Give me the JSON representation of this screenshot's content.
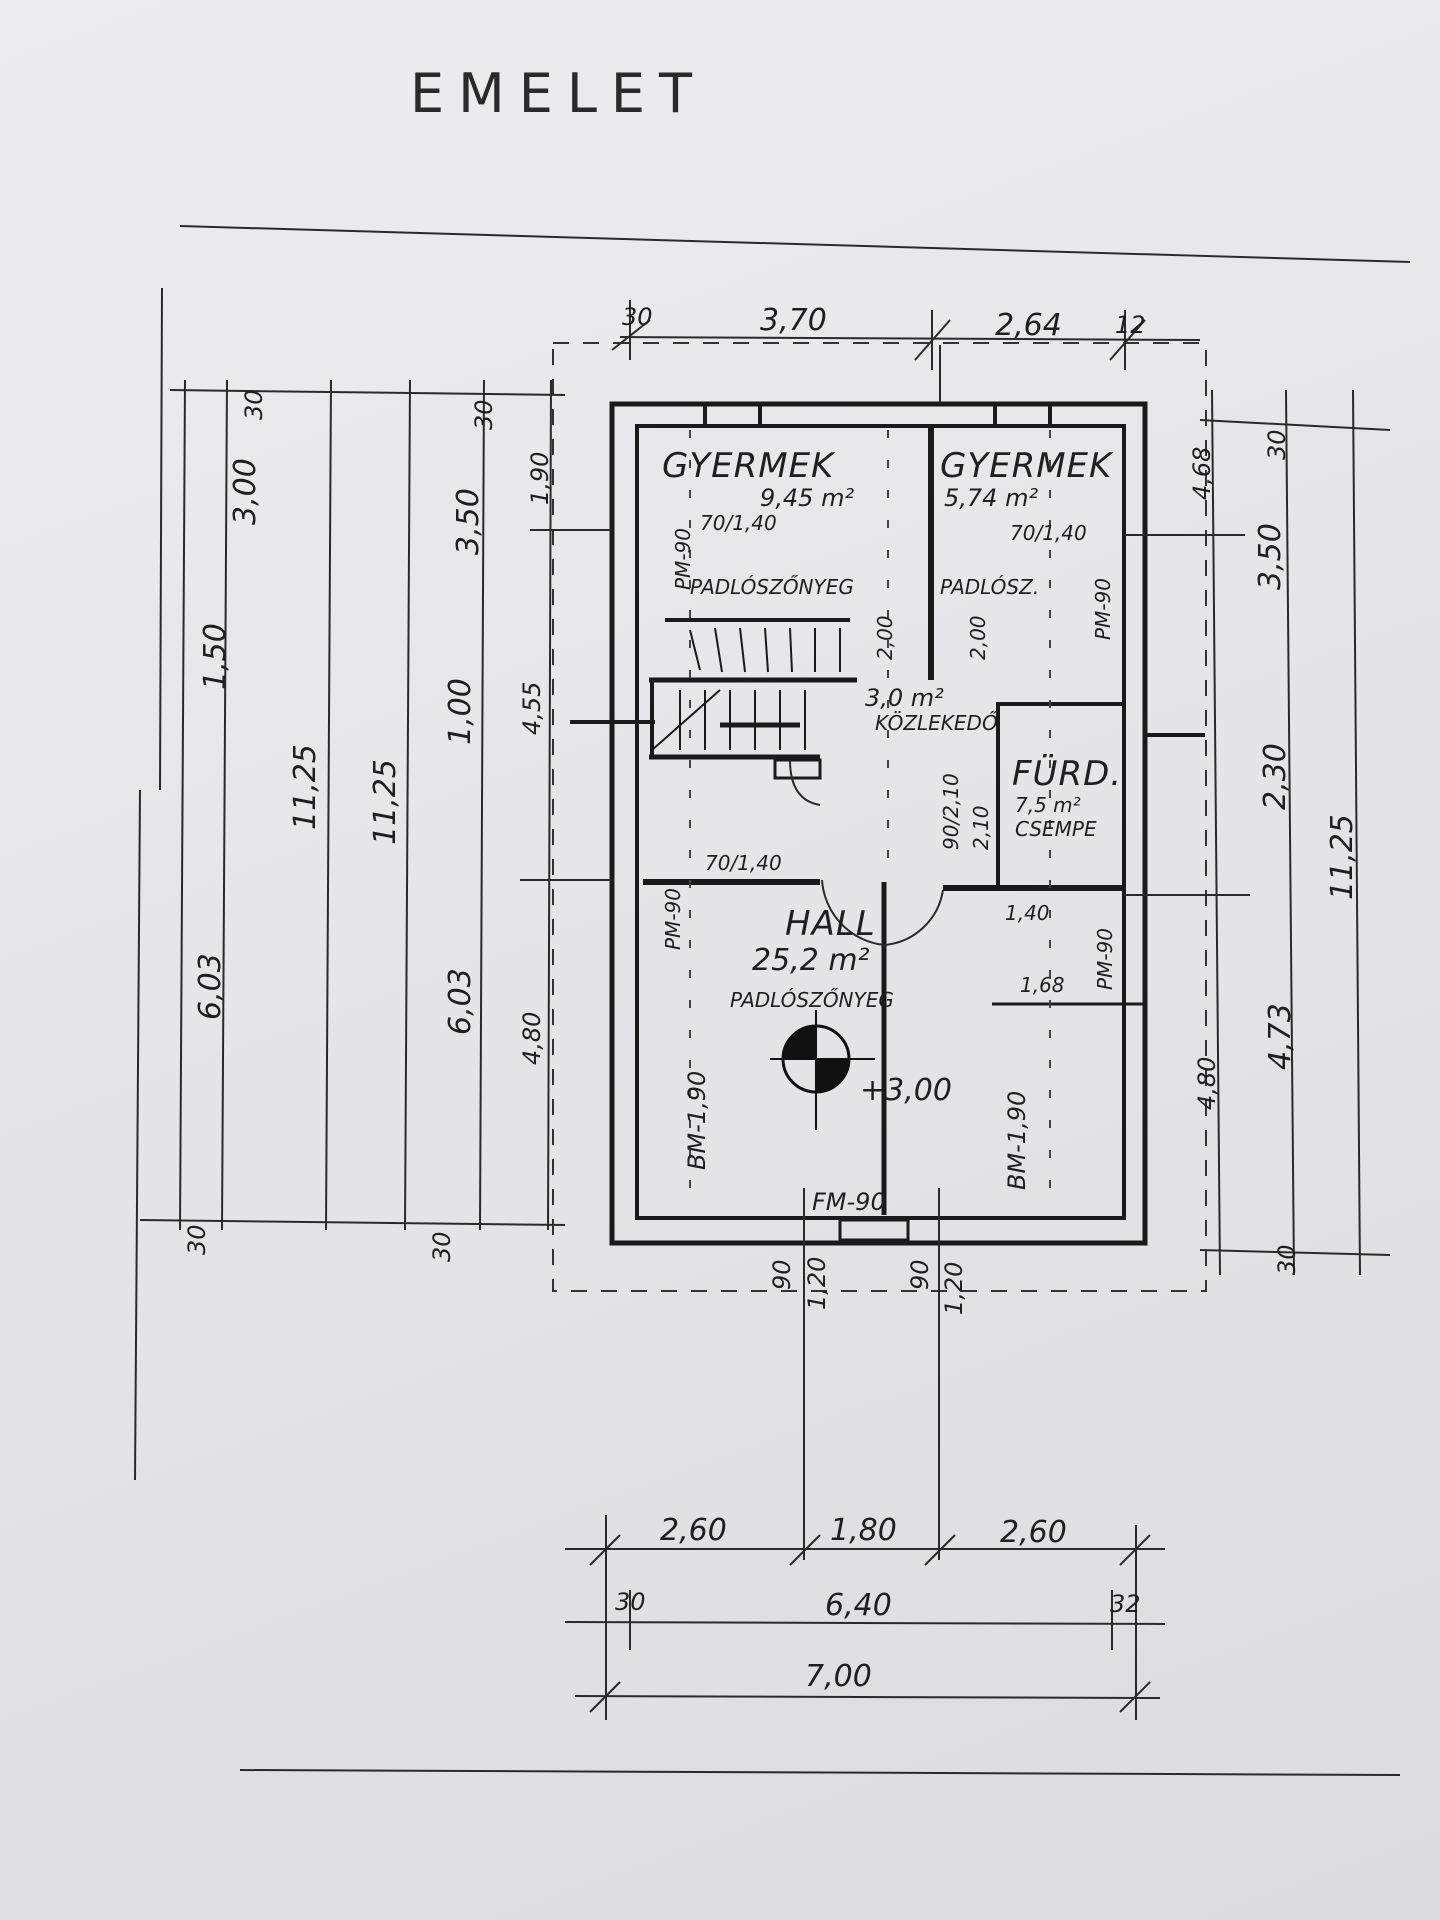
{
  "title": "EMELET",
  "rooms": {
    "kids1": {
      "name": "GYERMEK",
      "area": "9,45 m²",
      "window": "70/1,40",
      "door": "PM-90",
      "floor": "PADLÓSZŐNYEG"
    },
    "kids2": {
      "name": "GYERMEK",
      "area": "5,74 m²",
      "window": "70/1,40",
      "door": "PM-90",
      "floor": "PADLÓSZ."
    },
    "corridor": {
      "area": "3,0 m²",
      "name": "KÖZLEKEDŐ"
    },
    "bath": {
      "name": "FÜRD.",
      "area": "7,5 m²",
      "floor": "CSEMPE"
    },
    "hall": {
      "name": "HALL",
      "area": "25,2 m²",
      "floor": "PADLÓSZŐNYEG"
    }
  },
  "openings": {
    "left_window": "70/1,40",
    "left_door": "PM-90",
    "right_window": "1,40",
    "right_door": "PM-90",
    "chimney_height": "1,68",
    "bm_left": "BM-1,90",
    "bm_right": "BM-1,90",
    "fm": "FM-90",
    "door_200a": "2,00",
    "door_200b": "2,00",
    "door_210a": "90/2,10",
    "door_210b": "2,10"
  },
  "elevation": "+3,00",
  "dims": {
    "top": [
      "30",
      "3,70",
      "2,64",
      "12"
    ],
    "left_outer": [
      "30",
      "3,00",
      "1,50",
      "6,03",
      "30"
    ],
    "left_total": [
      "11,25",
      "11,25"
    ],
    "left_inner": [
      "30",
      "3,50",
      "1,00",
      "6,03",
      "30"
    ],
    "left_room": [
      "1,90",
      "4,55",
      "4,80"
    ],
    "right_room": [
      "4,68",
      "4,80"
    ],
    "right_outer": [
      "30",
      "3,50",
      "2,30",
      "4,73",
      "30"
    ],
    "right_total": "11,25",
    "bottom_openings": [
      "90",
      "1,20",
      "90",
      "1,20"
    ],
    "bottom_row1": [
      "2,60",
      "1,80",
      "2,60"
    ],
    "bottom_row2": [
      "30",
      "6,40",
      "32"
    ],
    "bottom_row3": "7,00"
  }
}
